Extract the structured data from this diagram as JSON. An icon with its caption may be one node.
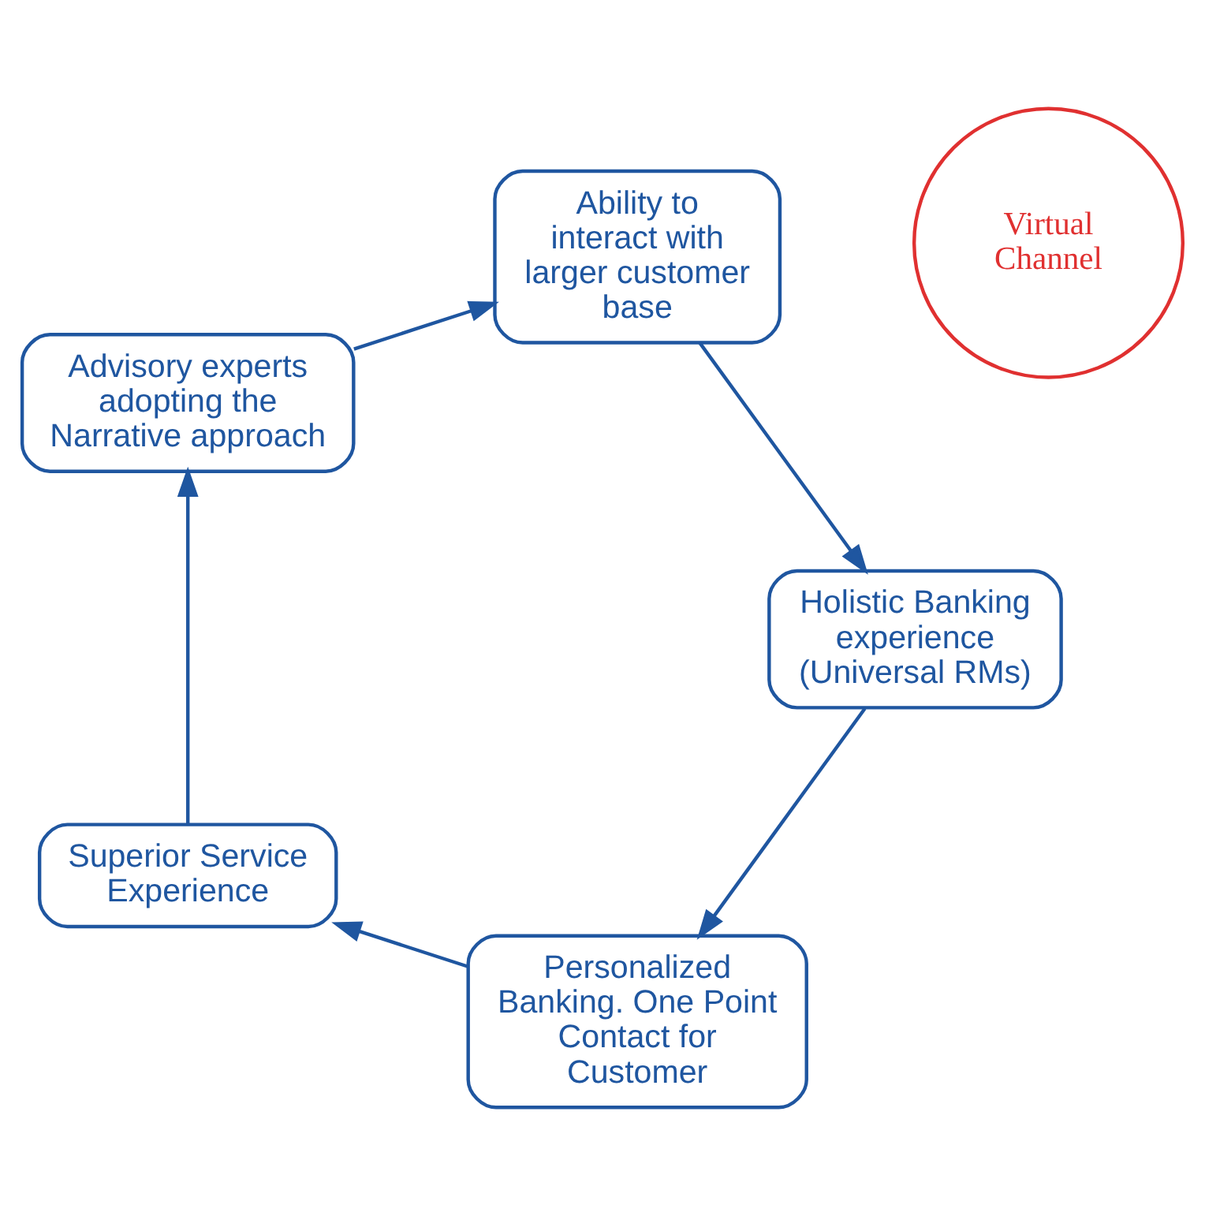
{
  "diagram": {
    "nodes": [
      {
        "text": [
          "Personalized Banking. One Point Contact for Customer"
        ]
      },
      {
        "text": [
          "Superior Service Experience"
        ]
      },
      {
        "text": [
          "Advisory experts adopting the Narrative approach"
        ]
      },
      {
        "text": [
          "Ability to interact with larger customer base"
        ]
      },
      {
        "text": [
          "Holistic Banking experience (Universal RMs)"
        ]
      },
      {
        "text": [
          "Virtual Channel"
        ]
      }
    ],
    "edges": [
      {
        "from": 0,
        "to": 1,
        "arrow": "to"
      },
      {
        "from": 1,
        "to": 2,
        "arrow": "to"
      },
      {
        "from": 2,
        "to": 3,
        "arrow": "to"
      },
      {
        "from": 3,
        "to": 4,
        "arrow": "to"
      },
      {
        "from": 4,
        "to": 0,
        "arrow": "to"
      }
    ]
  }
}
